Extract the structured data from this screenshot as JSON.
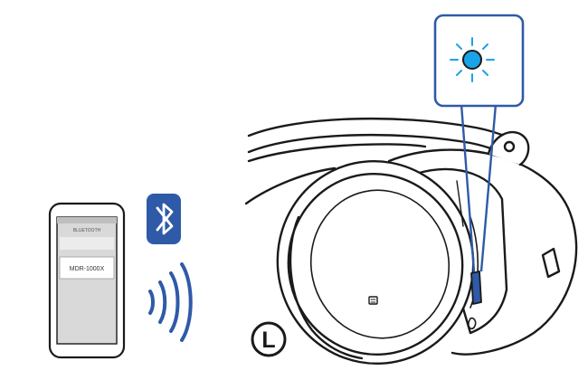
{
  "phone": {
    "header_text": "BLUETOOTH",
    "device_name": "MDR-1000X"
  },
  "side_marker": {
    "label": "L"
  },
  "colors": {
    "blue": "#2f5aa8",
    "led": "#1aa3e8",
    "outline": "#1a1a1a",
    "light_gray": "#d9d9d9"
  },
  "icons": [
    "bluetooth-icon",
    "wireless-signal-icon",
    "led-indicator-icon",
    "smartphone-icon",
    "headphones-icon"
  ]
}
